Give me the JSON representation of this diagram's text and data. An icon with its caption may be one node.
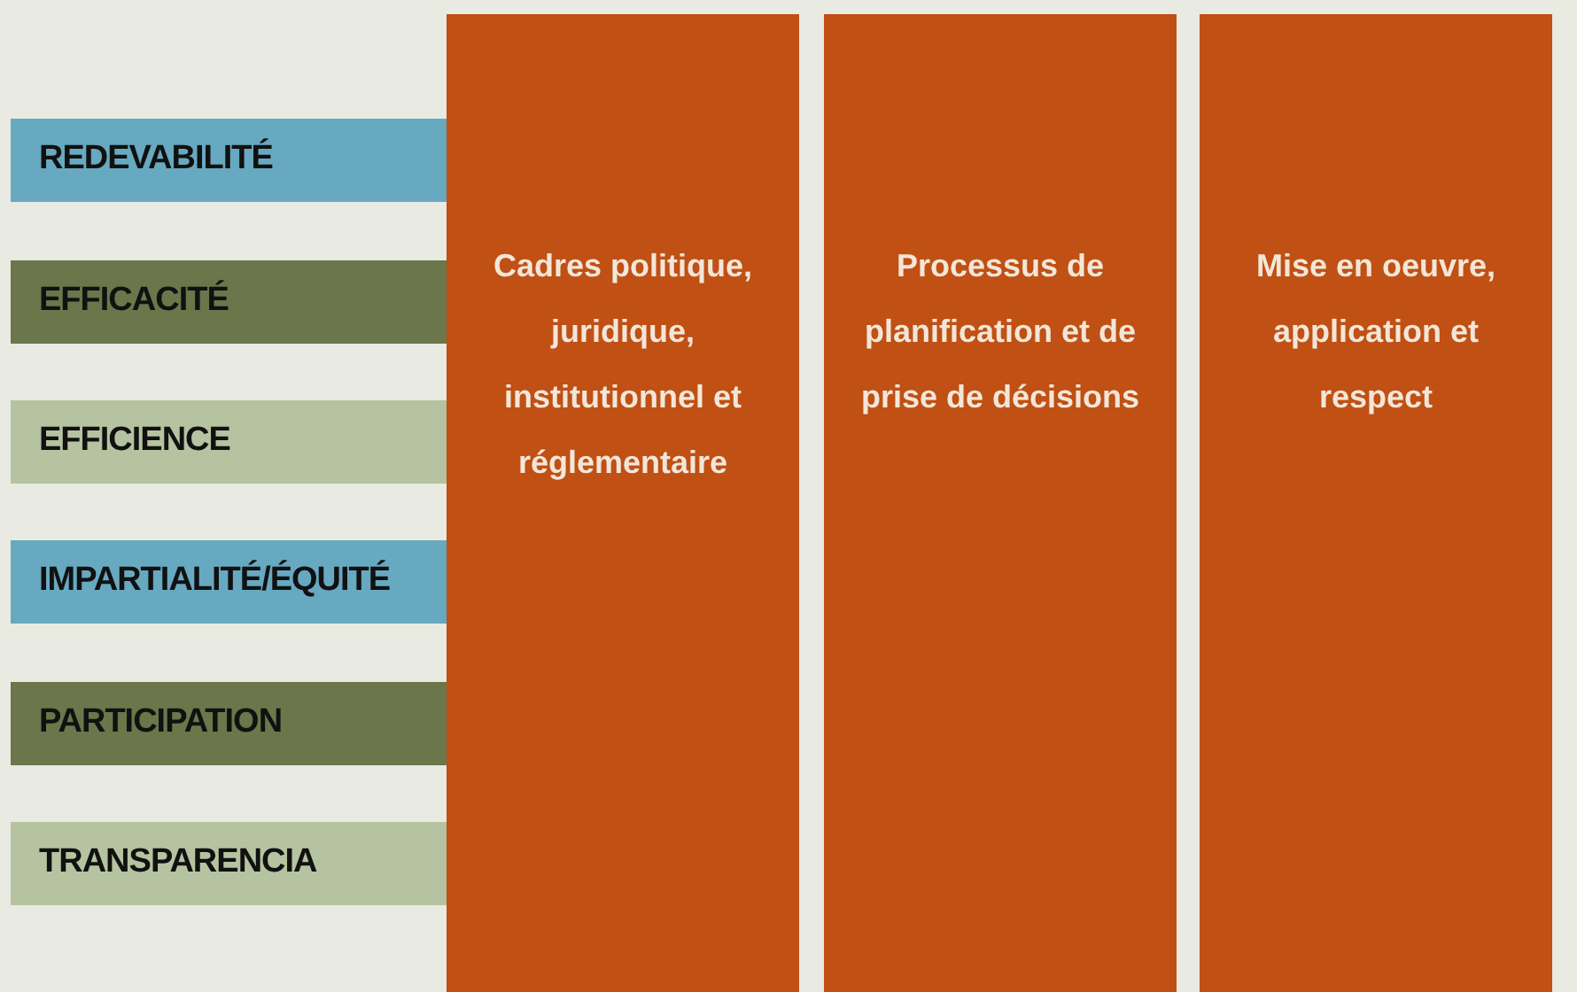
{
  "diagram": {
    "nodes": [
      {
        "text": [
          "REDEVABILITÉ"
        ]
      },
      {
        "text": [
          "EFFICACITÉ"
        ]
      },
      {
        "text": [
          "EFFICIENCE"
        ]
      },
      {
        "text": [
          "IMPARTIALITÉ/ÉQUITÉ"
        ]
      },
      {
        "text": [
          "PARTICIPATION"
        ]
      },
      {
        "text": [
          "TRANSPARENCIA"
        ]
      },
      {
        "text": [
          "Cadres politique, juridique, institutionnel et réglementaire"
        ]
      },
      {
        "text": [
          "Processus de planification et de prise de décisions"
        ]
      },
      {
        "text": [
          "Mise en oeuvre, application et respect"
        ]
      }
    ],
    "edges": []
  }
}
